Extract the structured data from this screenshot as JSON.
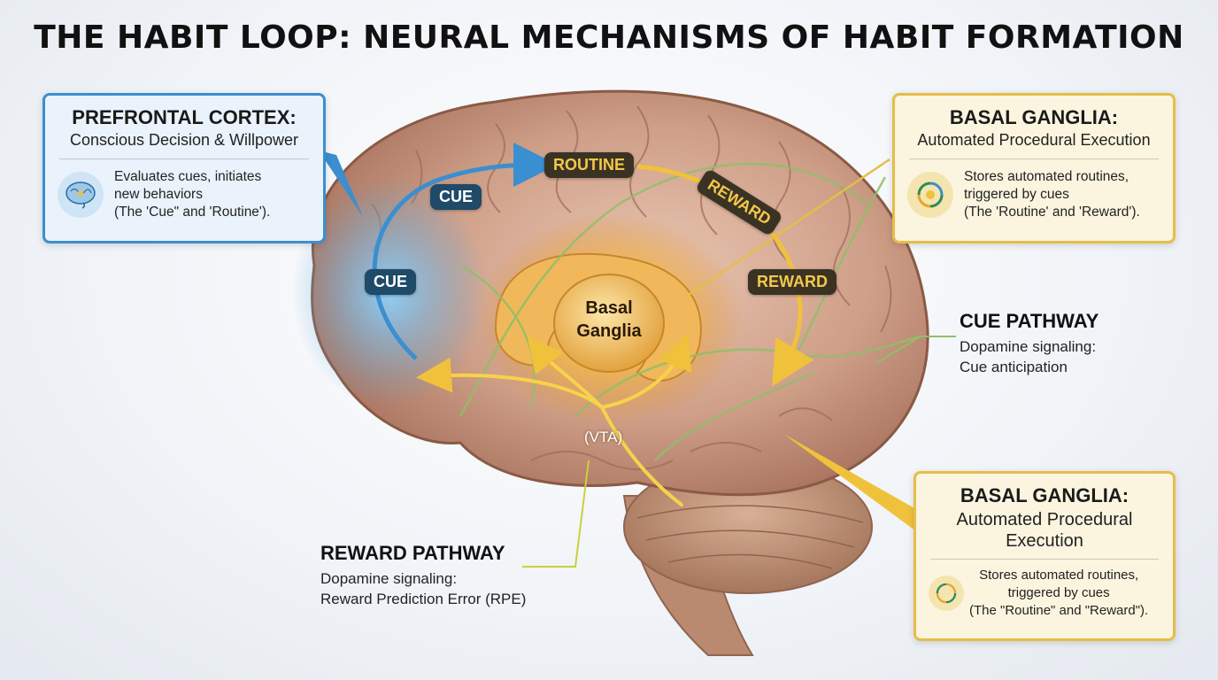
{
  "title": "THE HABIT LOOP: NEURAL MECHANISMS OF HABIT FORMATION",
  "prefrontal": {
    "heading": "PREFRONTAL CORTEX:",
    "subheading": "Conscious Decision & Willpower",
    "body_lines": [
      "Evaluates cues, initiates",
      "new behaviors",
      "(The 'Cue\" and 'Routine')."
    ],
    "icon": "brain-icon"
  },
  "basal_top": {
    "heading": "BASAL GANGLIA:",
    "subheading": "Automated Procedural Execution",
    "body_lines": [
      "Stores automated routines,",
      "triggered by cues",
      "(The 'Routine' and 'Reward')."
    ],
    "icon": "cycle-arrows-icon"
  },
  "basal_bottom": {
    "heading": "BASAL GANGLIA:",
    "subheading_lines": [
      "Automated Procedural",
      "Execution"
    ],
    "body_lines": [
      "Stores automated routines,",
      "triggered by cues",
      "(The \"Routine\" and \"Reward\")."
    ],
    "icon": "cycle-arrows-icon"
  },
  "cue_pathway": {
    "heading": "CUE PATHWAY",
    "lines": [
      "Dopamine signaling:",
      "Cue anticipation"
    ]
  },
  "reward_pathway": {
    "heading": "REWARD PATHWAY",
    "lines": [
      "Dopamine signaling:",
      "Reward Prediction Error (RPE)"
    ]
  },
  "brain": {
    "center_lines": [
      "Basal",
      "Ganglia"
    ],
    "vta": "(VTA)",
    "loop_labels": {
      "cue_upper": "CUE",
      "cue_lower": "CUE",
      "routine": "ROUTINE",
      "reward_upper": "REWARD",
      "reward_lower": "REWARD"
    }
  },
  "colors": {
    "cortex_blue": "#3a8fd0",
    "basal_gold": "#e6bd4a",
    "pathway_green": "#8fbf6a",
    "dopamine_yellow": "#f7d24a"
  }
}
